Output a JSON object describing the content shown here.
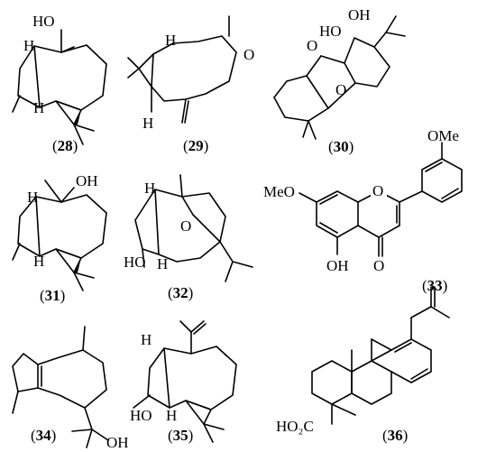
{
  "compounds": [
    {
      "number": "28",
      "atom_labels": [
        "HO",
        "H",
        "H"
      ]
    },
    {
      "number": "29",
      "atom_labels": [
        "H",
        "O",
        "H"
      ]
    },
    {
      "number": "30",
      "atom_labels": [
        "OH",
        "HO",
        "O",
        "O"
      ]
    },
    {
      "number": "31",
      "atom_labels": [
        "OH",
        "H",
        "H"
      ]
    },
    {
      "number": "32",
      "atom_labels": [
        "H",
        "O",
        "HO",
        "H"
      ]
    },
    {
      "number": "33",
      "atom_labels": [
        "OMe",
        "MeO",
        "O",
        "OH",
        "O"
      ]
    },
    {
      "number": "34",
      "atom_labels": [
        "OH"
      ]
    },
    {
      "number": "35",
      "atom_labels": [
        "H",
        "HO",
        "H"
      ]
    },
    {
      "number": "36",
      "atom_labels": [
        "HO₂C"
      ]
    }
  ]
}
